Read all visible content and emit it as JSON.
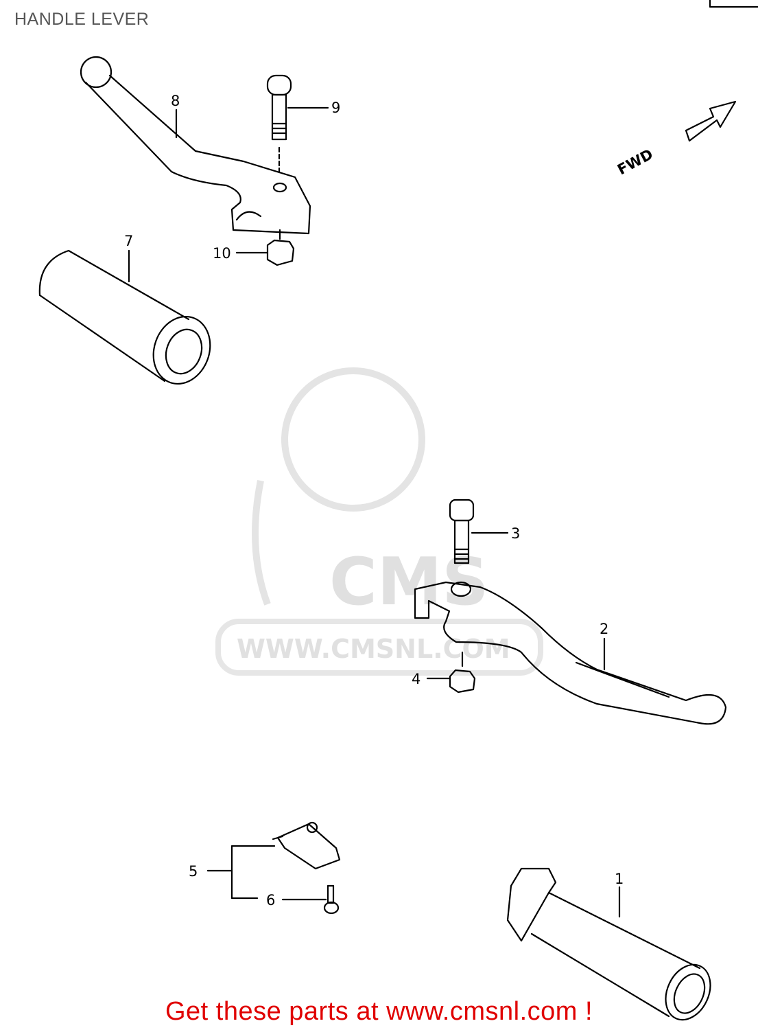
{
  "title": "HANDLE LEVER",
  "direction_marker": "FWD",
  "watermark": {
    "logo_text": "CMS",
    "url_text": "WWW.CMSNL.COM"
  },
  "callouts": {
    "p1": "1",
    "p2": "2",
    "p3": "3",
    "p4": "4",
    "p5": "5",
    "p6": "6",
    "p7": "7",
    "p8": "8",
    "p9": "9",
    "p10": "10"
  },
  "footer": "Get these parts at www.cmsnl.com !"
}
